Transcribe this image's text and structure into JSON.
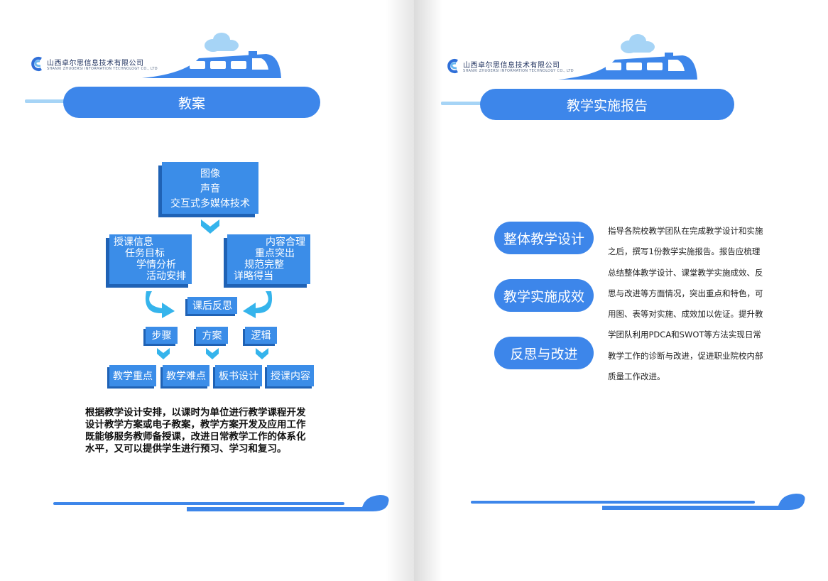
{
  "company": {
    "name_cn": "山西卓尔思信息技术有限公司",
    "name_en": "SHANXI ZHUOERSI INFORMATION TECHNOLOGY CO., LTD"
  },
  "colors": {
    "primary": "#3d86ea",
    "box": "#3b8de8",
    "box_shadow": "#1f62b5",
    "arrow": "#35b4ec",
    "cloud": "#a6d4f6"
  },
  "left_page": {
    "title": "教案",
    "top_box": [
      "图像",
      "声音",
      "交互式多媒体技术"
    ],
    "left_box": [
      "授课信息",
      "任务目标",
      "学情分析",
      "活动安排"
    ],
    "right_box": [
      "内容合理",
      "重点突出",
      "规范完整",
      "详略得当"
    ],
    "center_label": "课后反思",
    "mid_labels": [
      "步骤",
      "方案",
      "逻辑"
    ],
    "bottom_labels": [
      "教学重点",
      "教学难点",
      "板书设计",
      "授课内容"
    ],
    "paragraph": [
      "根据教学设计安排，以课时为单位进行教学课程开发",
      "设计教学方案或电子教案，教学方案开发及应用工作",
      "既能够服务教师备授课，改进日常教学工作的体系化",
      "水平，又可以提供学生进行预习、学习和复习。"
    ]
  },
  "right_page": {
    "title": "教学实施报告",
    "sections": [
      "整体教学设计",
      "教学实施成效",
      "反思与改进"
    ],
    "paragraph": [
      "指导各院校教学团队在完成教学设计和实施",
      "之后，撰写1份教学实施报告。报告应梳理",
      "总结整体教学设计、课堂教学实施成效、反",
      "思与改进等方面情况，突出重点和特色，可",
      "用图、表等对实施、成效加以佐证。提升教",
      "学团队利用PDCA和SWOT等方法实现日常",
      "教学工作的诊断与改进，促进职业院校内部",
      "质量工作改进。"
    ]
  }
}
